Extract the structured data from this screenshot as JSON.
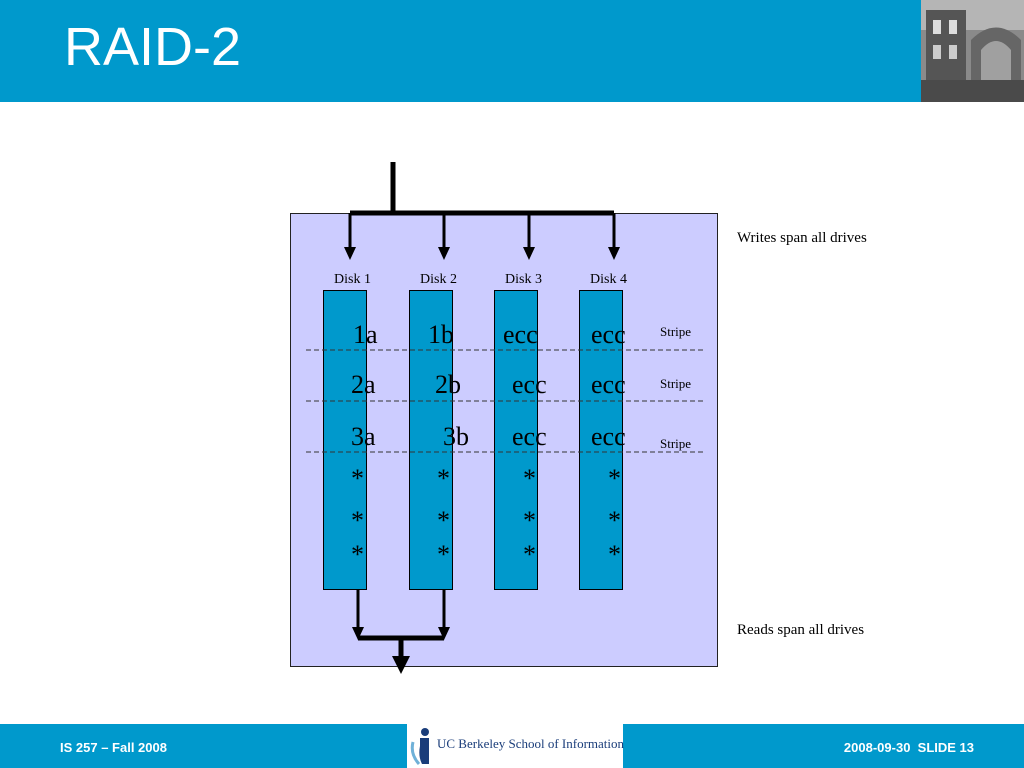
{
  "slide": {
    "title": "RAID-2"
  },
  "footer": {
    "course": "IS 257 – Fall 2008",
    "school": "UC Berkeley School of Information",
    "date_slide": "2008-09-30  SLIDE 13"
  },
  "diagram": {
    "disks": [
      {
        "label": "Disk 1",
        "rows": [
          "1a",
          "2a",
          "3a"
        ]
      },
      {
        "label": "Disk 2",
        "rows": [
          "1b",
          "2b",
          "3b"
        ]
      },
      {
        "label": "Disk 3",
        "rows": [
          "ecc",
          "ecc",
          "ecc"
        ]
      },
      {
        "label": "Disk 4",
        "rows": [
          "ecc",
          "ecc",
          "ecc"
        ]
      }
    ],
    "stripe_label": "Stripe",
    "continuation": "*",
    "writes_note": "Writes span all drives",
    "reads_note": "Reads span all drives"
  }
}
